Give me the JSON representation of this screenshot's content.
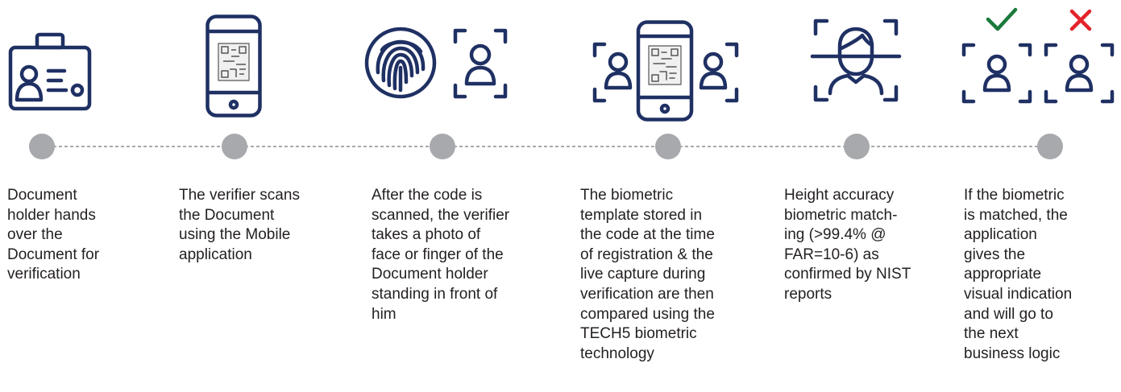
{
  "colors": {
    "icon": "#1f3063",
    "dot": "#a7a9ac",
    "connector": "#a7a9ac",
    "check": "#1a7a3c",
    "cross": "#e3242b",
    "text": "#231f20"
  },
  "steps": [
    {
      "icon": "id-badge-icon",
      "lines": [
        "Document",
        "holder hands",
        "over the",
        "Document for",
        "verification"
      ]
    },
    {
      "icon": "phone-qr-icon",
      "lines": [
        "The verifier scans",
        "the Document",
        "using the Mobile",
        "application"
      ]
    },
    {
      "icon": "fingerprint-face-capture-icon",
      "lines": [
        "After the code is",
        "scanned, the verifier",
        "takes a photo of",
        "face or finger of the",
        "Document holder",
        "standing in front of",
        "him"
      ]
    },
    {
      "icon": "phone-compare-icon",
      "lines": [
        "The biometric",
        "template stored in",
        "the code at the time",
        "of registration & the",
        "live capture during",
        "verification are then",
        "compared using the",
        "TECH5 biometric",
        "technology"
      ]
    },
    {
      "icon": "face-scan-icon",
      "lines": [
        "Height accuracy",
        "biometric match-",
        "ing (>99.4% @",
        "FAR=10-6) as",
        "confirmed by NIST",
        "reports"
      ]
    },
    {
      "icon": "match-result-icon",
      "lines": [
        "If the biometric",
        "is matched, the",
        "application",
        "gives the",
        "appropriate",
        "visual indication",
        "and will go to",
        "the next",
        "business logic"
      ]
    }
  ]
}
